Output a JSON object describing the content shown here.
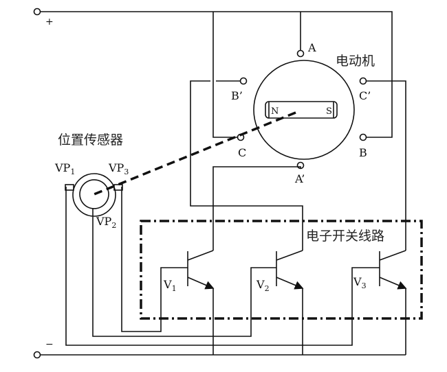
{
  "terminals": {
    "plus": "+",
    "minus": "−"
  },
  "motor": {
    "label": "电动机",
    "poles": {
      "A": "A",
      "A_prime": "A’",
      "B": "B",
      "B_prime": "B’",
      "C": "C",
      "C_prime": "C’"
    },
    "magnet": {
      "north": "N",
      "south": "S"
    }
  },
  "sensor": {
    "label": "位置传感器",
    "vp1": {
      "main": "VP",
      "sub": "1"
    },
    "vp2": {
      "main": "VP",
      "sub": "2"
    },
    "vp3": {
      "main": "VP",
      "sub": "3"
    }
  },
  "switch_circuit": {
    "label": "电子开关线路",
    "v1": {
      "main": "V",
      "sub": "1"
    },
    "v2": {
      "main": "V",
      "sub": "2"
    },
    "v3": {
      "main": "V",
      "sub": "3"
    }
  }
}
